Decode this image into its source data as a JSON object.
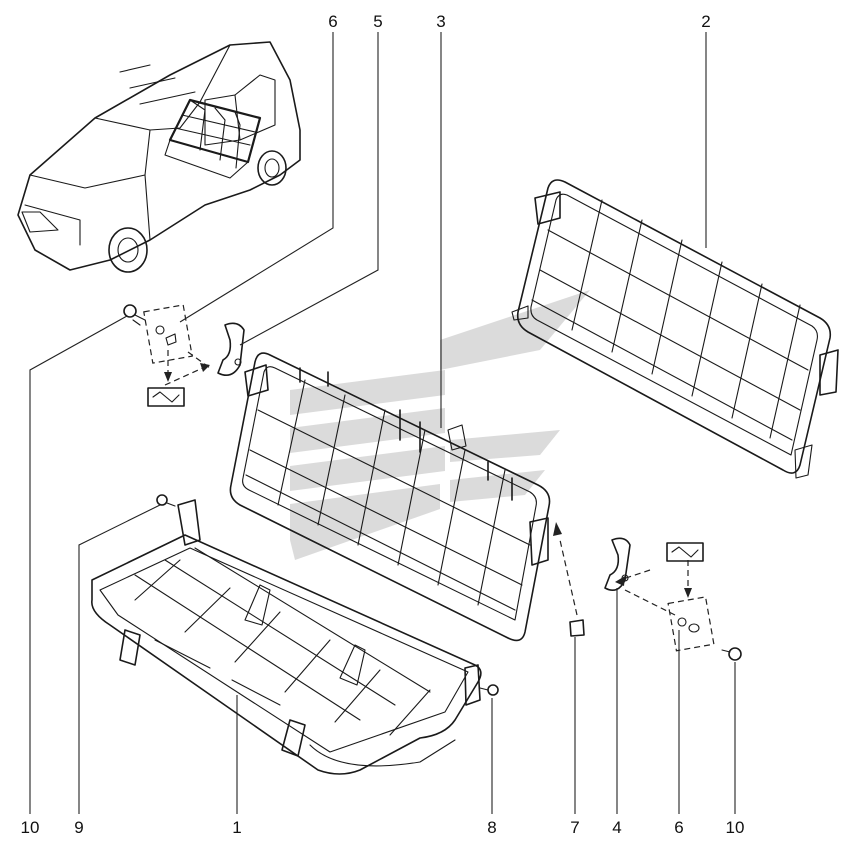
{
  "diagram": {
    "callouts_top": [
      {
        "id": "6",
        "label": "6"
      },
      {
        "id": "5",
        "label": "5"
      },
      {
        "id": "3",
        "label": "3"
      },
      {
        "id": "2",
        "label": "2"
      }
    ],
    "callouts_bottom": [
      {
        "id": "10a",
        "label": "10"
      },
      {
        "id": "9",
        "label": "9"
      },
      {
        "id": "1",
        "label": "1"
      },
      {
        "id": "8",
        "label": "8"
      },
      {
        "id": "7",
        "label": "7"
      },
      {
        "id": "4",
        "label": "4"
      },
      {
        "id": "6b",
        "label": "6"
      },
      {
        "id": "10b",
        "label": "10"
      }
    ],
    "colors": {
      "ink": "#1a1a1a",
      "watermark": "#cfcfcf",
      "background": "#ffffff"
    }
  }
}
